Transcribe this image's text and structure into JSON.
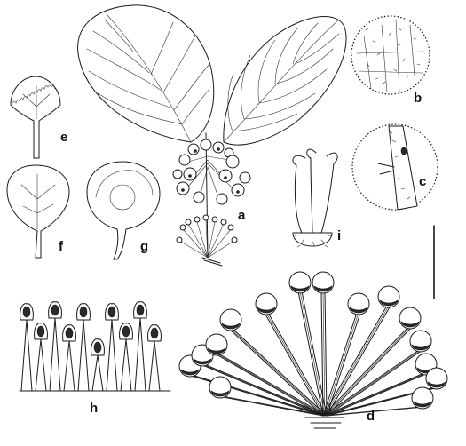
{
  "figure": {
    "background": "#ffffff",
    "ink": "#1a1a1a",
    "panel_labels": {
      "a": "a",
      "b": "b",
      "c": "c",
      "d": "d",
      "e": "e",
      "f": "f",
      "g": "g",
      "h": "h",
      "i": "i"
    }
  }
}
